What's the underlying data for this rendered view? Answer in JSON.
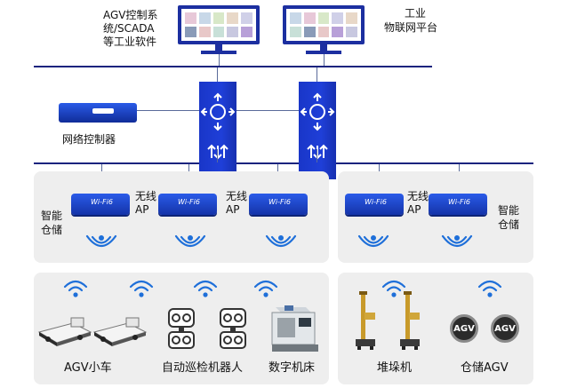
{
  "labels": {
    "agv_control_line1": "AGV控制系",
    "agv_control_line2": "统/SCADA",
    "agv_control_line3": "等工业软件",
    "iot_platform_line1": "工业",
    "iot_platform_line2": "物联网平台",
    "network_controller": "网络控制器",
    "smart_storage_left_line1": "智能",
    "smart_storage_left_line2": "仓储",
    "smart_storage_right_line1": "智能",
    "smart_storage_right_line2": "仓储",
    "ap1_line1": "无线",
    "ap1_line2": "AP",
    "ap2_line1": "无线",
    "ap2_line2": "AP",
    "ap3_line1": "无线",
    "ap3_line2": "AP",
    "ap_badge": "Wi-Fi6",
    "agv_cart": "AGV小车",
    "patrol_robot": "自动巡检机器人",
    "cnc_machine": "数字机床",
    "stacker": "堆垛机",
    "storage_agv": "仓储AGV",
    "agv_badge": "AGV"
  },
  "colors": {
    "network_blue": "#1c2fa0",
    "bus_line": "#1a237e",
    "wifi_blue": "#1e6fd9",
    "panel_gray": "#eeeeee"
  },
  "screen_colors": [
    "#e7c8d8",
    "#c8d8e8",
    "#d8e8c8",
    "#e8d8c8",
    "#d0d0e8",
    "#c8c8e0",
    "#e8c8c8",
    "#c8e0d8",
    "#8a9bb8",
    "#b8a0d8"
  ]
}
